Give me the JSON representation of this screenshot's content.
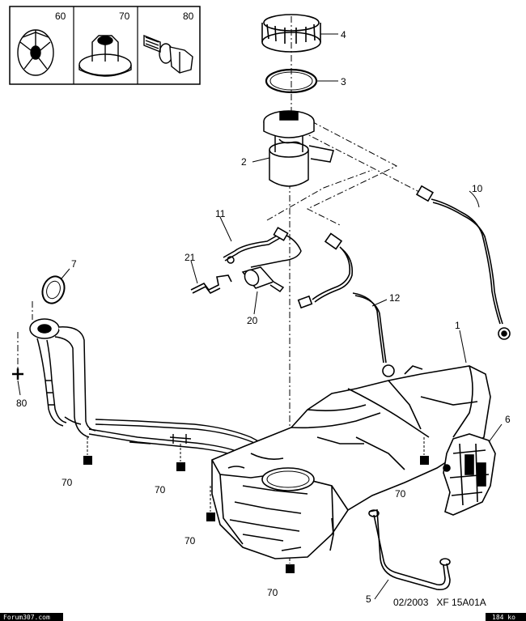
{
  "legend": {
    "items": [
      {
        "number": "60",
        "icon": "clip-nut-icon"
      },
      {
        "number": "70",
        "icon": "flange-nut-icon"
      },
      {
        "number": "80",
        "icon": "bolt-washer-icon"
      }
    ]
  },
  "callouts": {
    "c1": "1",
    "c2": "2",
    "c3": "3",
    "c4": "4",
    "c5": "5",
    "c6": "6",
    "c7": "7",
    "c10": "10",
    "c11": "11",
    "c12": "12",
    "c20": "20",
    "c21": "21",
    "c80": "80",
    "c70a": "70",
    "c70b": "70",
    "c70c": "70",
    "c70d": "70",
    "c70e": "70"
  },
  "footer": {
    "left_tag": "Forum307.com",
    "reference": "02/2003   XF 15A01A",
    "right_tag": "184 ko"
  },
  "colors": {
    "line": "#000000",
    "background": "#ffffff",
    "tag_bg": "#000000"
  }
}
